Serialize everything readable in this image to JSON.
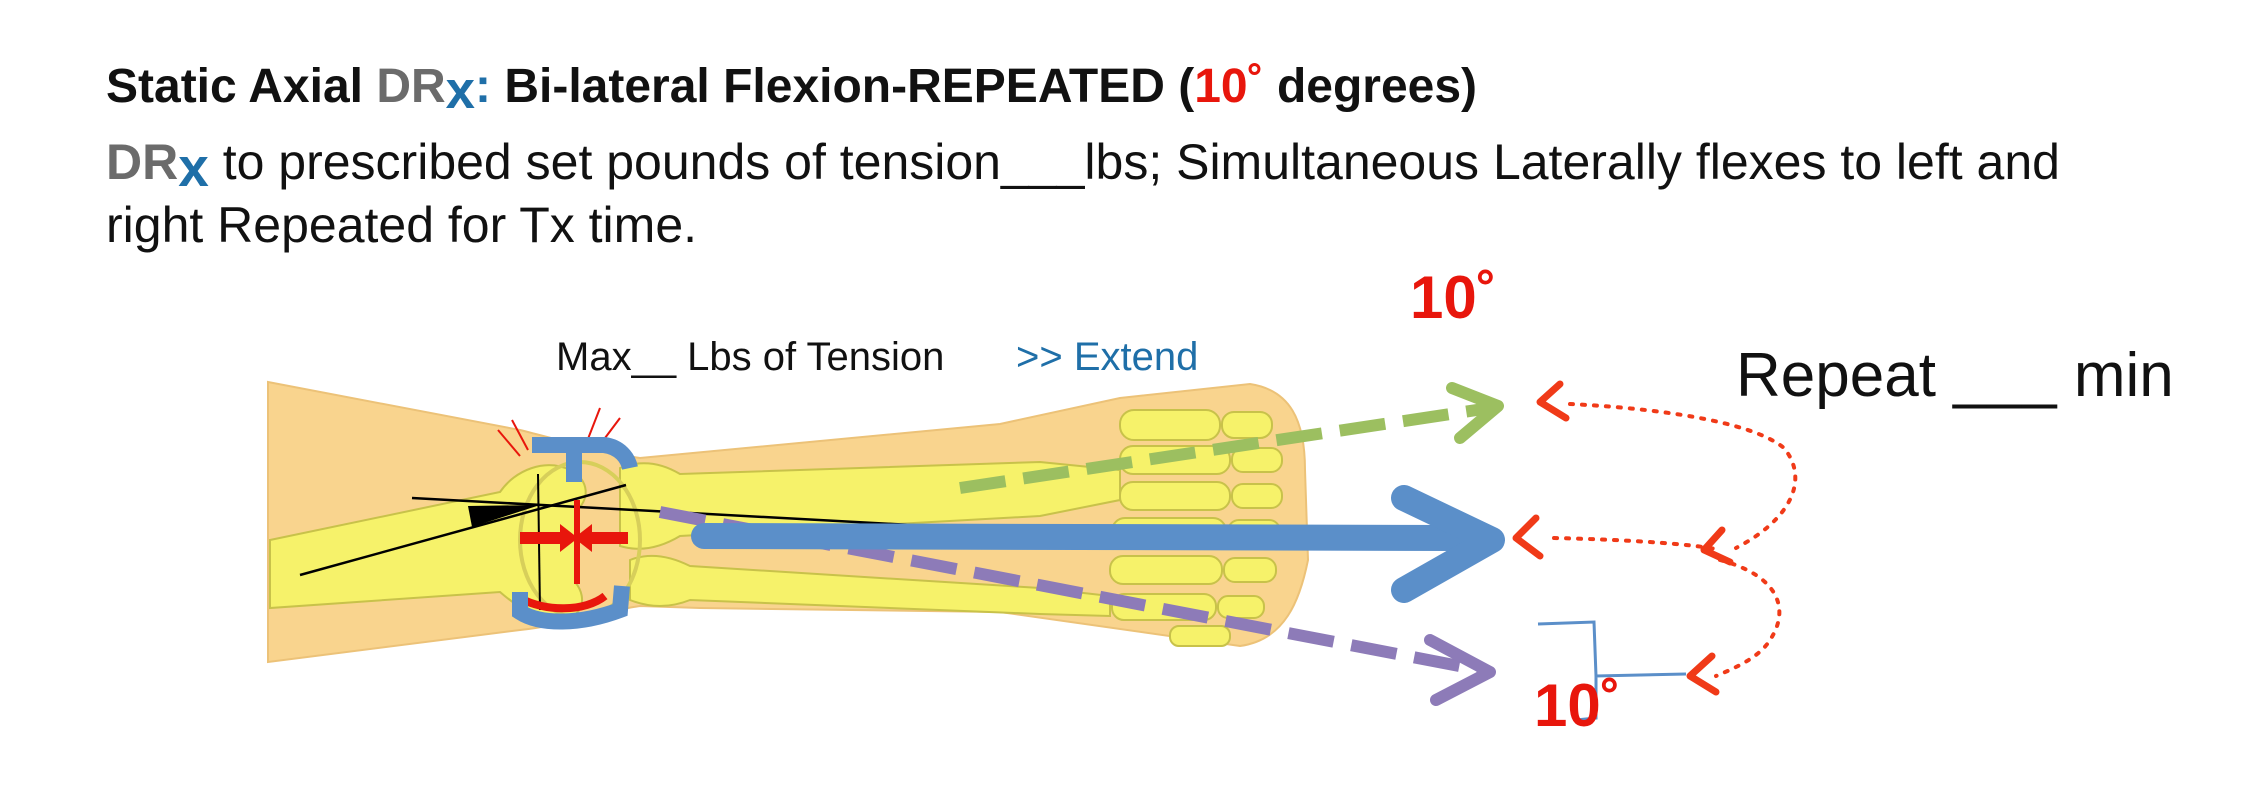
{
  "title": {
    "prefix": "Static Axial ",
    "dr": "DR",
    "x": "x",
    "colon": ":",
    "main": " Bi-lateral Flexion-REPEATED  (",
    "deg_value": "10",
    "deg_symbol": "˚",
    "suffix": " degrees)"
  },
  "description": {
    "dr": "DR",
    "x": "x",
    "line1": " to prescribed set pounds of tension___lbs; Simultaneous Laterally flexes to left and",
    "line2": "right Repeated for Tx time."
  },
  "diagram": {
    "tension_label": "Max__ Lbs of Tension",
    "extend_label": ">> Extend",
    "repeat_label": "Repeat ___ min",
    "angle_top": "10˚",
    "angle_bottom": "10˚"
  },
  "colors": {
    "drx_gray": "#6b6b6b",
    "drx_blue": "#1f6fa8",
    "degree_red": "#e8160c",
    "traction_arrow_blue": "#5b8fc9",
    "green_arrow": "#9cbf60",
    "purple_arrow": "#8d7bb8",
    "red_dotted": "#f03a18",
    "bone_yellow": "#f6f26a",
    "skin_tan": "#f9d48e"
  }
}
